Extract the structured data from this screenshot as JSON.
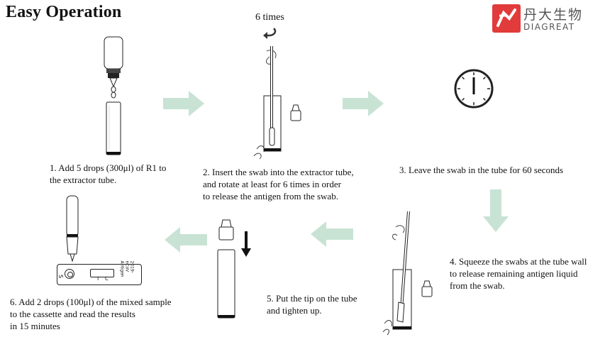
{
  "title": "Easy Operation",
  "brand": {
    "chinese": "丹大生物",
    "english": "DIAGREAT"
  },
  "steps": [
    {
      "caption": "1. Add 5 drops (300μl) of R1 to\nthe extractor tube."
    },
    {
      "caption": "2. Insert the swab into the extractor tube,\nand rotate at least for 6 times in order\nto release the antigen from the swab.",
      "annotation": "6 times"
    },
    {
      "caption": "3. Leave the swab in the tube for 60 seconds"
    },
    {
      "caption": "4. Squeeze the swabs at the tube wall\nto release remaining antigen liquid\nfrom the swab."
    },
    {
      "caption": "5. Put the tip on the tube\nand tighten up."
    },
    {
      "caption": "6. Add 2 drops (100μl) of the mixed sample\nto the cassette and read the results\nin 15 minutes"
    }
  ],
  "cassette": {
    "letter_s": "S",
    "letter_t": "T",
    "letter_c": "C",
    "side_text": "2019-nCoV Antigen"
  },
  "colors": {
    "arrow": "#c8e3d4",
    "logo_red": "#e23b3b",
    "ink": "#111111"
  },
  "icons": [
    "dropper-bottle-icon",
    "extractor-tube-icon",
    "swab-icon",
    "rotate-arrow-icon",
    "tube-cap-icon",
    "clock-icon",
    "down-arrow-icon",
    "test-cassette-icon",
    "flow-arrow-icon"
  ]
}
